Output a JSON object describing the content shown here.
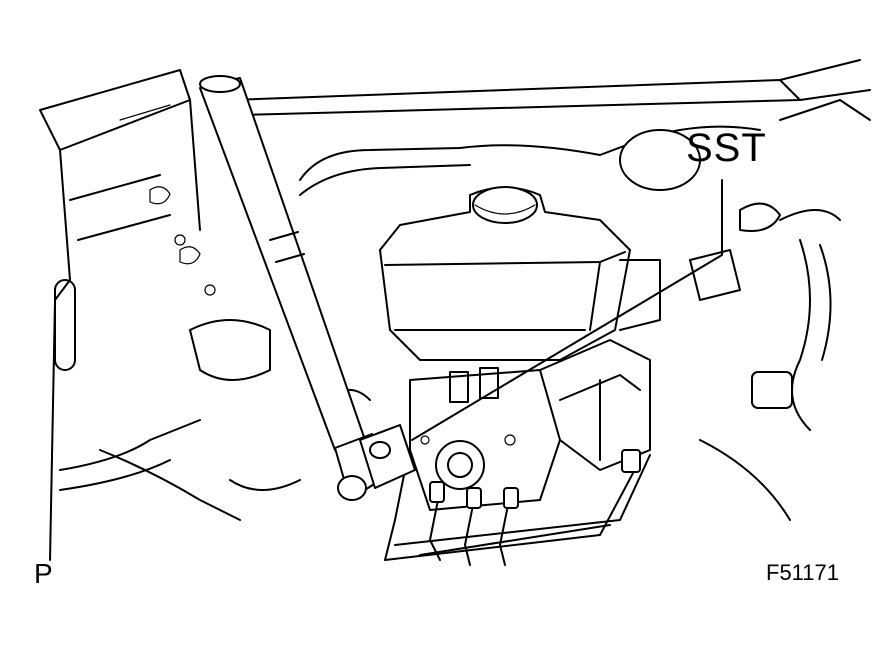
{
  "labels": {
    "sst": "SST",
    "corner_tag": "P",
    "figure_id": "F51171"
  },
  "icons": [
    "hood-outline-icon",
    "brake-fluid-reservoir-icon",
    "abs-actuator-icon",
    "wrench-sst-icon",
    "brake-lines-icon",
    "wire-harness-icon"
  ],
  "colors": {
    "line": "#000000",
    "background": "#ffffff"
  }
}
